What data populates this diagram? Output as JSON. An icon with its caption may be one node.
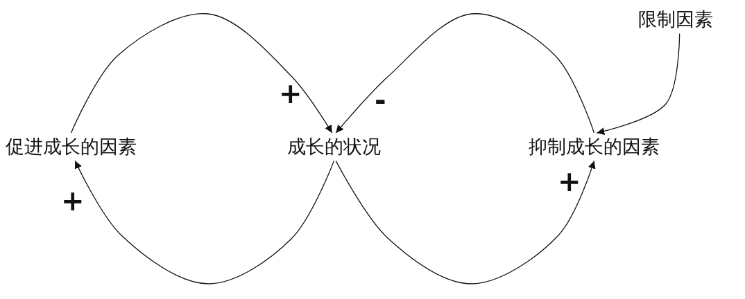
{
  "diagram": {
    "nodes": [
      {
        "text": [
          "促进成长的因素"
        ]
      },
      {
        "text": [
          "成长的状况"
        ]
      },
      {
        "text": [
          "抑制成长的因素"
        ]
      },
      {
        "text": [
          "限制因素"
        ]
      }
    ],
    "edges": [
      {
        "from": 0,
        "to": 1,
        "arrow": "to",
        "label": "+"
      },
      {
        "from": 2,
        "to": 1,
        "arrow": "to",
        "label": "-"
      },
      {
        "from": 1,
        "to": 0,
        "arrow": "to",
        "label": "+"
      },
      {
        "from": 1,
        "to": 2,
        "arrow": "to",
        "label": "+"
      },
      {
        "from": 3,
        "to": 2,
        "arrow": "to"
      }
    ]
  }
}
